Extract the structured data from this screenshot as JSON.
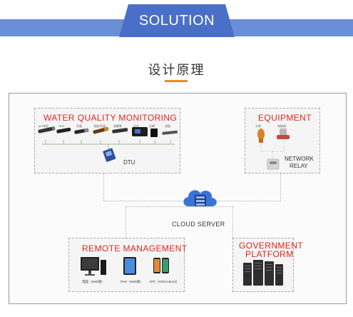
{
  "header": {
    "title": "SOLUTION"
  },
  "subtitle": "设计原理",
  "water_quality": {
    "title": "WATER QUALITY MONITORING",
    "sensor_labels": [
      "pH/电导",
      "ORP",
      "余氯",
      "浊度/色度",
      "溶解氧",
      "水位",
      "总磷",
      "流量"
    ],
    "dtu_label": "DTU"
  },
  "equipment": {
    "title": "EQUIPMENT",
    "device_labels": [
      "水泵",
      "电磁阀"
    ],
    "relay_label_line1": "NETWORK",
    "relay_label_line2": "RELAY"
  },
  "cloud": {
    "label": "CLOUD SERVER"
  },
  "remote": {
    "title": "REMOTE MANAGEMENT",
    "captions": [
      "电脑（Web端）",
      "PAD（Web端）",
      "APP（iOS/Android）"
    ]
  },
  "government": {
    "title_line1": "GOVERNMENT",
    "title_line2": "PLATFORM"
  },
  "colors": {
    "header_band": "#6b8fd6",
    "header_tab": "#4a6fc8",
    "accent_red": "#e3241b",
    "accent_orange": "#f08a1d"
  }
}
